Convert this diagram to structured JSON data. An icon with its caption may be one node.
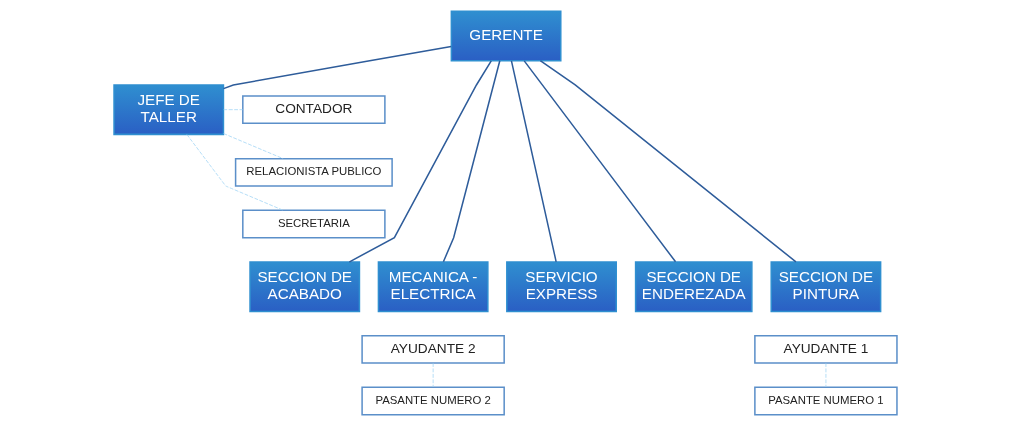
{
  "diagram": {
    "nodes": [
      {
        "text": [
          "GERENTE"
        ]
      },
      {
        "text": [
          "JEFE DE TALLER"
        ]
      },
      {
        "text": [
          "CONTADOR"
        ]
      },
      {
        "text": [
          "RELACIONISTA PUBLICO"
        ]
      },
      {
        "text": [
          "SECRETARIA"
        ]
      },
      {
        "text": [
          "SECCION DE ENDEREZADA"
        ]
      },
      {
        "text": [
          "SECCION DE PINTURA"
        ]
      },
      {
        "text": [
          "SECCION DE ACABADO"
        ]
      },
      {
        "text": [
          "MECANICA - ELECTRICA"
        ]
      },
      {
        "text": [
          "SERVICIO EXPRESS"
        ]
      },
      {
        "text": [
          "AYUDANTE 1"
        ]
      },
      {
        "text": [
          "AYUDANTE 2"
        ]
      },
      {
        "text": [
          "PASANTE NUMERO 1"
        ]
      },
      {
        "text": [
          "PASANTE NUMERO 2"
        ]
      }
    ],
    "edges": [
      {
        "from": 0,
        "to": 1,
        "arrow": "none"
      },
      {
        "from": 1,
        "to": 2,
        "arrow": "none",
        "style": "dashed",
        "color": "#9fd3f5"
      },
      {
        "from": 1,
        "to": 3,
        "arrow": "none",
        "style": "dashed",
        "color": "#9fd3f5"
      },
      {
        "from": 1,
        "to": 4,
        "arrow": "none",
        "style": "dashed",
        "color": "#9fd3f5"
      },
      {
        "from": 0,
        "to": 5,
        "arrow": "none"
      },
      {
        "from": 0,
        "to": 6,
        "arrow": "none"
      },
      {
        "from": 0,
        "to": 7,
        "arrow": "none"
      },
      {
        "from": 0,
        "to": 8,
        "arrow": "none"
      },
      {
        "from": 0,
        "to": 9,
        "arrow": "none"
      },
      {
        "from": 10,
        "to": 12,
        "arrow": "none",
        "style": "dashed",
        "color": "#9fd3f5"
      },
      {
        "from": 11,
        "to": 13,
        "arrow": "none",
        "style": "dashed",
        "color": "#9fd3f5"
      }
    ]
  }
}
